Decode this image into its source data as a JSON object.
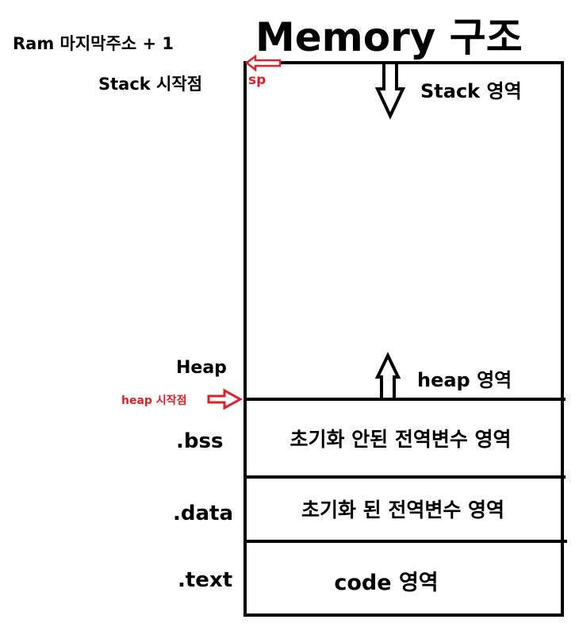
{
  "title": "Memory 구조",
  "top_address_label": "Ram 마지막주소 + 1",
  "stack_start_label": "Stack 시작점",
  "sp_label": "sp",
  "stack_region_label": "Stack 영역",
  "heap_label": "Heap",
  "heap_start_label": "heap 시작점",
  "heap_region_label": "heap 영역",
  "segments": [
    {
      "name": ".bss",
      "description": "초기화 안된 전역변수 영역"
    },
    {
      "name": ".data",
      "description": "초기화 된 전역변수 영역"
    },
    {
      "name": ".text",
      "description": "code 영역"
    }
  ],
  "colors": {
    "line": "#000000",
    "accent": "#e0202a",
    "background": "#ffffff"
  }
}
